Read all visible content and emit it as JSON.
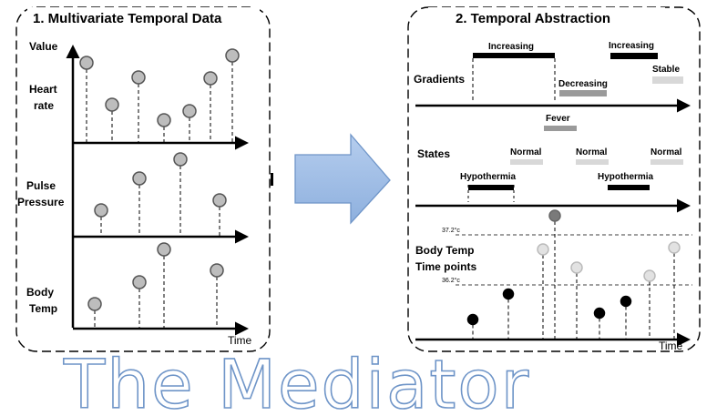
{
  "panel1": {
    "title": "1. Multivariate Temporal Data",
    "y_axis_label": "Value",
    "x_axis_label": "Time",
    "rows": [
      {
        "label_line1": "Heart",
        "label_line2": "rate"
      },
      {
        "label_line1": "Pulse",
        "label_line2": "Pressure"
      },
      {
        "label_line1": "Body",
        "label_line2": "Temp"
      }
    ]
  },
  "panel2": {
    "title": "2. Temporal Abstraction",
    "x_axis_label": "Time",
    "gradients": {
      "label": "Gradients",
      "intervals": [
        "Increasing",
        "Decreasing",
        "Increasing",
        "Stable"
      ]
    },
    "states": {
      "label": "States",
      "intervals": [
        "Fever",
        "Normal",
        "Normal",
        "Normal",
        "Hypothermia",
        "Hypothermia"
      ]
    },
    "body_temp": {
      "label_line1": "Body Temp",
      "label_line2": "Time points",
      "upper_threshold": "37.2°c",
      "lower_threshold": "36.2°c"
    }
  },
  "banner": {
    "text": "The Mediator"
  },
  "colors": {
    "arrow_fill": "#9dbbe3",
    "arrow_stroke": "#6f95c8",
    "banner_outline": "#6f95c8",
    "point_gray": "#bdbdbd",
    "point_light": "#e2e2e2"
  }
}
